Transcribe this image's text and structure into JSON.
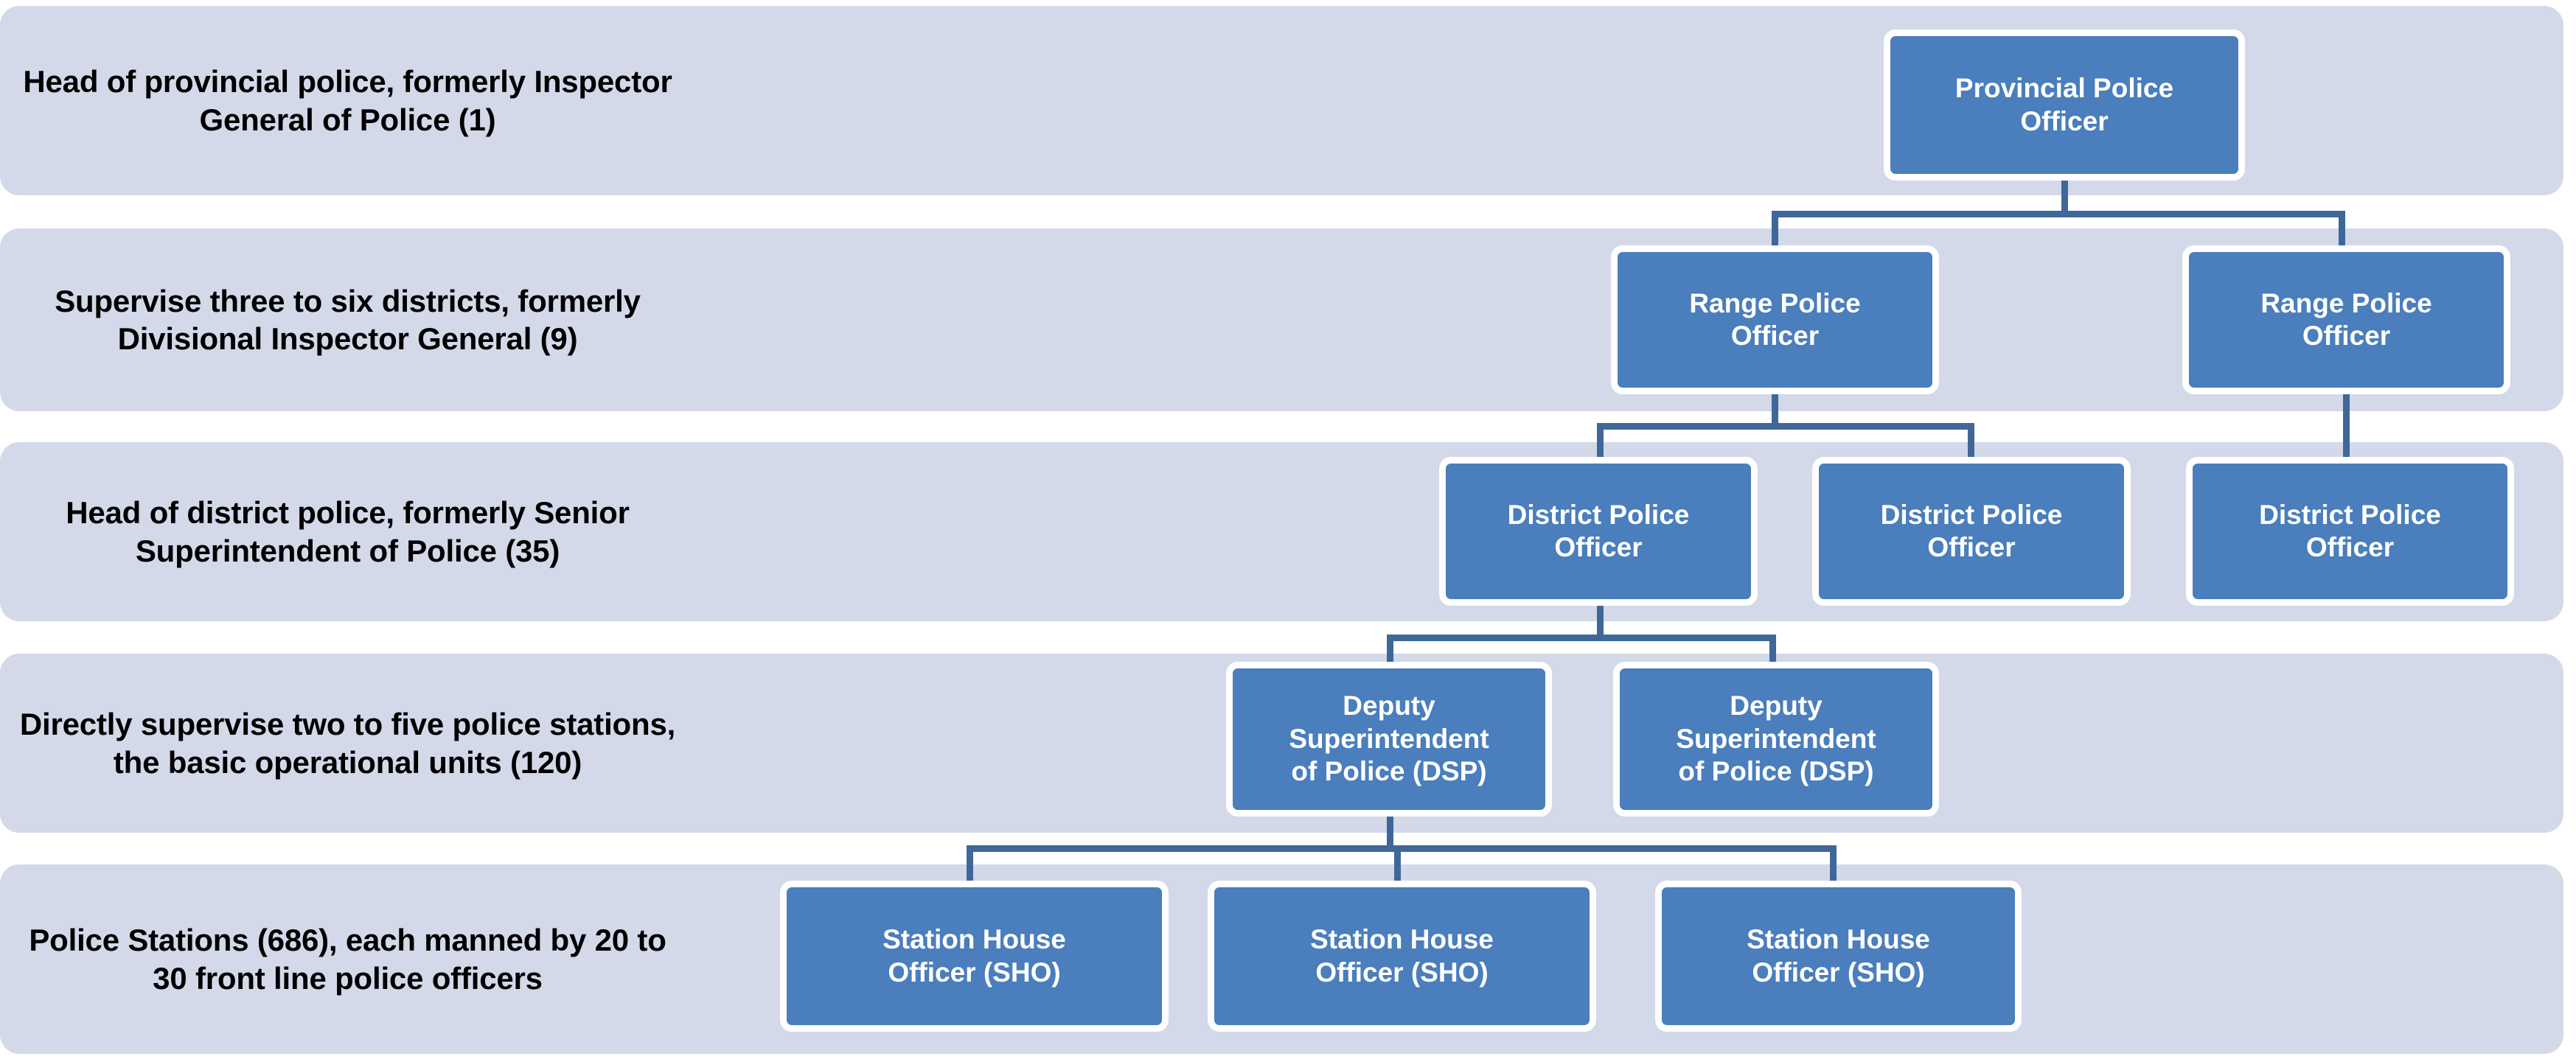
{
  "diagram": {
    "title": "Police hierarchy organizational chart",
    "colors": {
      "band_fill": "#d3d9e9",
      "node_fill": "#4a7ebc",
      "node_border": "#ffffff",
      "connector": "#3f6899",
      "label_text": "#000000",
      "node_text": "#ffffff"
    },
    "levels": [
      {
        "id": "level-1",
        "label": "Head of provincial police, formerly Inspector General of Police (1)",
        "count": 1,
        "nodes": [
          {
            "id": "provincial-police-officer",
            "label": "Provincial Police\nOfficer"
          }
        ]
      },
      {
        "id": "level-2",
        "label": "Supervise three to six districts, formerly Divisional Inspector General (9)",
        "count": 9,
        "nodes": [
          {
            "id": "range-police-officer-1",
            "label": "Range Police\nOfficer"
          },
          {
            "id": "range-police-officer-2",
            "label": "Range Police\nOfficer"
          }
        ]
      },
      {
        "id": "level-3",
        "label": "Head of district police, formerly Senior Superintendent of Police (35)",
        "count": 35,
        "nodes": [
          {
            "id": "district-police-officer-1",
            "label": "District  Police\nOfficer"
          },
          {
            "id": "district-police-officer-2",
            "label": "District  Police\nOfficer"
          },
          {
            "id": "district-police-officer-3",
            "label": "District  Police\nOfficer"
          }
        ]
      },
      {
        "id": "level-4",
        "label": "Directly supervise two to five police stations, the basic operational units (120)",
        "count": 120,
        "nodes": [
          {
            "id": "deputy-superintendent-of-police-1",
            "label": "Deputy\nSuperintendent\nof Police  (DSP)"
          },
          {
            "id": "deputy-superintendent-of-police-2",
            "label": "Deputy\nSuperintendent\nof Police  (DSP)"
          }
        ]
      },
      {
        "id": "level-5",
        "label": "Police Stations (686), each manned by 20 to 30 front line police officers",
        "count": 686,
        "nodes": [
          {
            "id": "station-house-officer-1",
            "label": "Station House\nOfficer (SHO)"
          },
          {
            "id": "station-house-officer-2",
            "label": "Station House\nOfficer (SHO)"
          },
          {
            "id": "station-house-officer-3",
            "label": "Station House\nOfficer (SHO)"
          }
        ]
      }
    ]
  }
}
